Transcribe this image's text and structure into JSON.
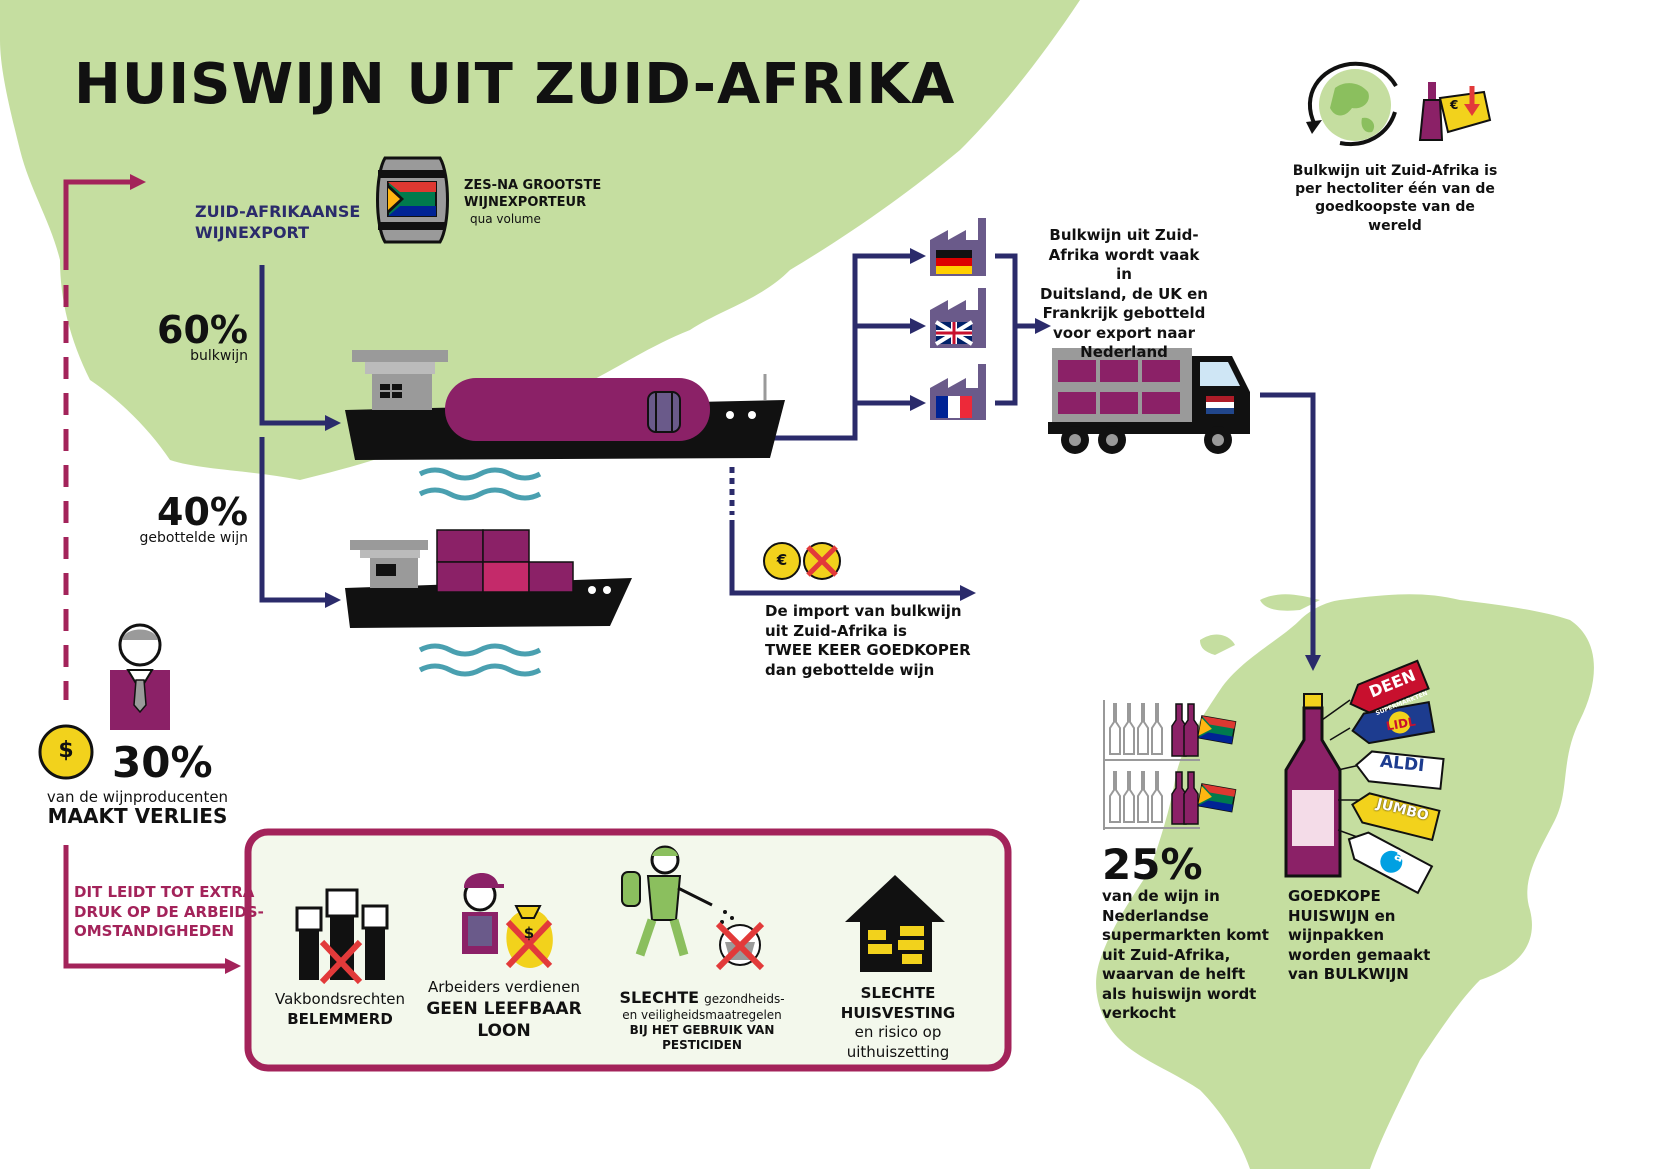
{
  "title": "HUISWIJN UIT ZUID-AFRIKA",
  "export": {
    "label_line1": "ZUID-AFRIKAANSE",
    "label_line2": "WIJNEXPORT",
    "rank_line1": "ZES-NA GROOTSTE",
    "rank_line2": "WIJNEXPORTEUR",
    "rank_note": "qua volume"
  },
  "bulk": {
    "percent": "60%",
    "label": "bulkwijn"
  },
  "bottled": {
    "percent": "40%",
    "label": "gebottelde wijn"
  },
  "bottling": {
    "text_lines": [
      "Bulkwijn uit Zuid-",
      "Afrika wordt vaak in",
      "Duitsland, de UK en",
      "Frankrijk gebotteld",
      "voor export naar",
      "Nederland"
    ],
    "countries": [
      "germany-flag",
      "uk-flag",
      "france-flag"
    ]
  },
  "cheapest": {
    "text_lines": [
      "Bulkwijn uit Zuid-Afrika is",
      "per hectoliter één van de",
      "goedkoopste van de wereld"
    ],
    "euro_symbol": "€"
  },
  "import": {
    "text_lines": [
      "De import van bulkwijn",
      "uit Zuid-Afrika is"
    ],
    "highlight": "TWEE KEER GOEDKOPER",
    "text_end": "dan gebottelde wijn",
    "euro_symbol": "€"
  },
  "producers": {
    "dollar_symbol": "$",
    "percent": "30%",
    "line1": "van de wijnproducenten",
    "line2": "MAAKT VERLIES"
  },
  "pressure": {
    "lines": [
      "DIT LEIDT TOT EXTRA",
      "DRUK OP DE ARBEIDS-",
      "OMSTANDIGHEDEN"
    ]
  },
  "conditions": {
    "union": {
      "line1": "Vakbondsrechten",
      "line2": "BELEMMERD"
    },
    "wages": {
      "line1": "Arbeiders verdienen",
      "line2": "GEEN LEEFBAAR",
      "line3": "LOON",
      "dollar_symbol": "$"
    },
    "safety": {
      "lead": "SLECHTE",
      "line1_rest": "gezondheids-",
      "line2": "en veiligheidsmaatregelen",
      "line3": "BIJ HET GEBRUIK VAN PESTICIDEN"
    },
    "housing": {
      "line1": "SLECHTE HUISVESTING",
      "line2": "en risico op",
      "line3": "uithuiszetting"
    }
  },
  "supermarket": {
    "percent": "25%",
    "text_lines": [
      "van de wijn in",
      "Nederlandse",
      "supermarkten komt",
      "uit Zuid-Afrika,",
      "waarvan de helft",
      "als huiswijn wordt",
      "verkocht"
    ]
  },
  "housewine": {
    "text_lines": [
      "GOEDKOPE",
      "HUISWIJN en",
      "wijnpakken",
      "worden gemaakt",
      "van BULKWIJN"
    ],
    "brands": [
      "DEEN",
      "SUPERMARKTEN",
      "LIDL",
      "ALDI",
      "JUMBO",
      "ah"
    ]
  },
  "colors": {
    "land": "#c5dea0",
    "wine": "#8b2167",
    "navy": "#2b2b6b",
    "plum_line": "#a3235a",
    "water": "#4aa0b0",
    "coin": "#f2d21c",
    "cross": "#e23a3a",
    "panel_bg": "#f3f8ec"
  }
}
